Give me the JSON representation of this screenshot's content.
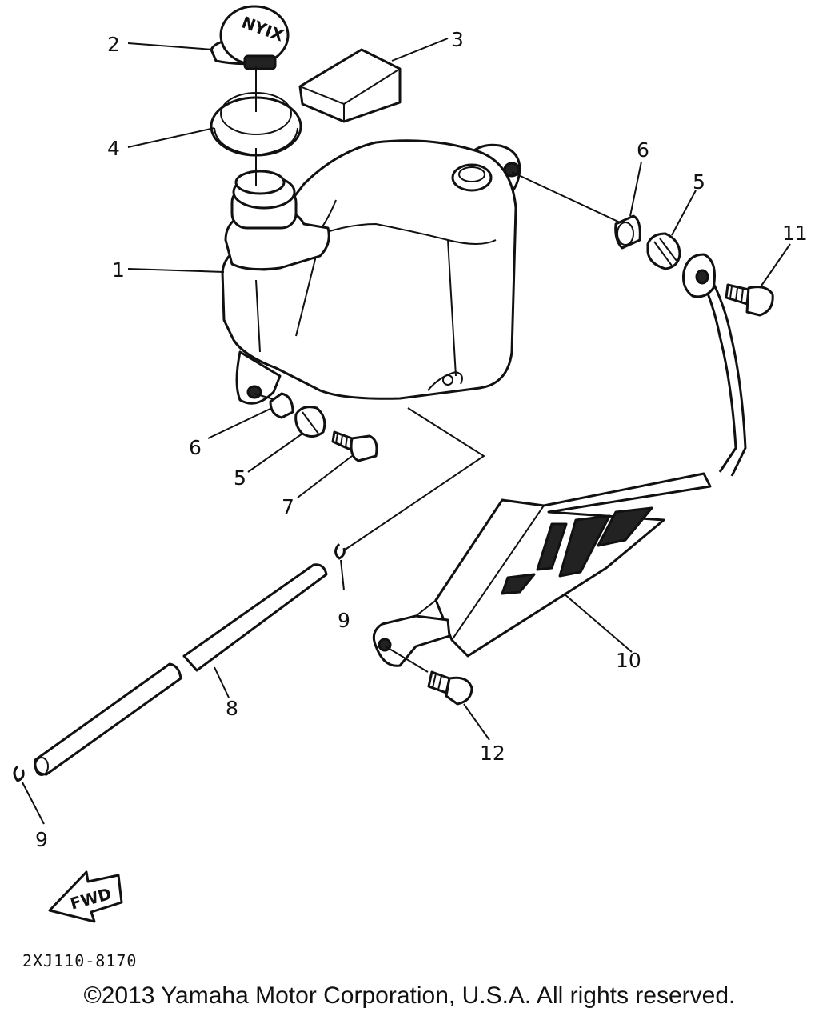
{
  "callouts": {
    "c1": "1",
    "c2": "2",
    "c3": "3",
    "c4": "4",
    "c5a": "5",
    "c5b": "5",
    "c6a": "6",
    "c6b": "6",
    "c7": "7",
    "c8": "8",
    "c9a": "9",
    "c9b": "9",
    "c10": "10",
    "c11": "11",
    "c12": "12"
  },
  "cap_text": "NYIX",
  "fwd_label": "FWD",
  "diagram_code": "2XJ110-8170",
  "copyright": "©2013 Yamaha Motor Corporation, U.S.A. All rights reserved."
}
